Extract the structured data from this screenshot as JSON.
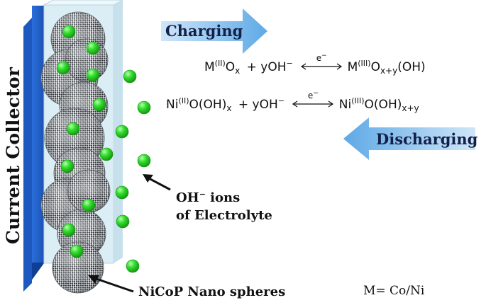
{
  "collector_label": "Current Collector",
  "arrows": {
    "charging": "Charging",
    "discharging": "Discharging"
  },
  "reactions": [
    {
      "reactant": "M",
      "reactant_ox": "(II)",
      "reactant_rest": "O",
      "reactant_sub": "x",
      "plus": "+ yOH",
      "plus_sup": "−",
      "electron": "e",
      "electron_sup": "−",
      "product": "M",
      "product_ox": "(III)",
      "product_rest": "O",
      "product_sub": "x+y",
      "product_tail": "(OH)"
    },
    {
      "reactant": "Ni",
      "reactant_ox": "(II)",
      "reactant_rest": "O(OH)",
      "reactant_sub": "x",
      "plus": "+ yOH",
      "plus_sup": "−",
      "electron": "e",
      "electron_sup": "−",
      "product": "Ni",
      "product_ox": "(III)",
      "product_rest": "O(OH)",
      "product_sub": "x+y",
      "product_tail": ""
    }
  ],
  "labels": {
    "ions_line1": "OH",
    "ions_sup": "−",
    "ions_line1_rest": " ions",
    "ions_line2": "of Electrolyte",
    "spheres": "NiCoP Nano spheres",
    "metal_def": "M= Co/Ni"
  },
  "colors": {
    "collector_front": "#1e5ec8",
    "collector_side": "#0f3f95",
    "glass": "#dbeef5",
    "arrow": "#8ec3ea",
    "ion": "#33dd2e",
    "ion_edge": "#1a8f16"
  }
}
